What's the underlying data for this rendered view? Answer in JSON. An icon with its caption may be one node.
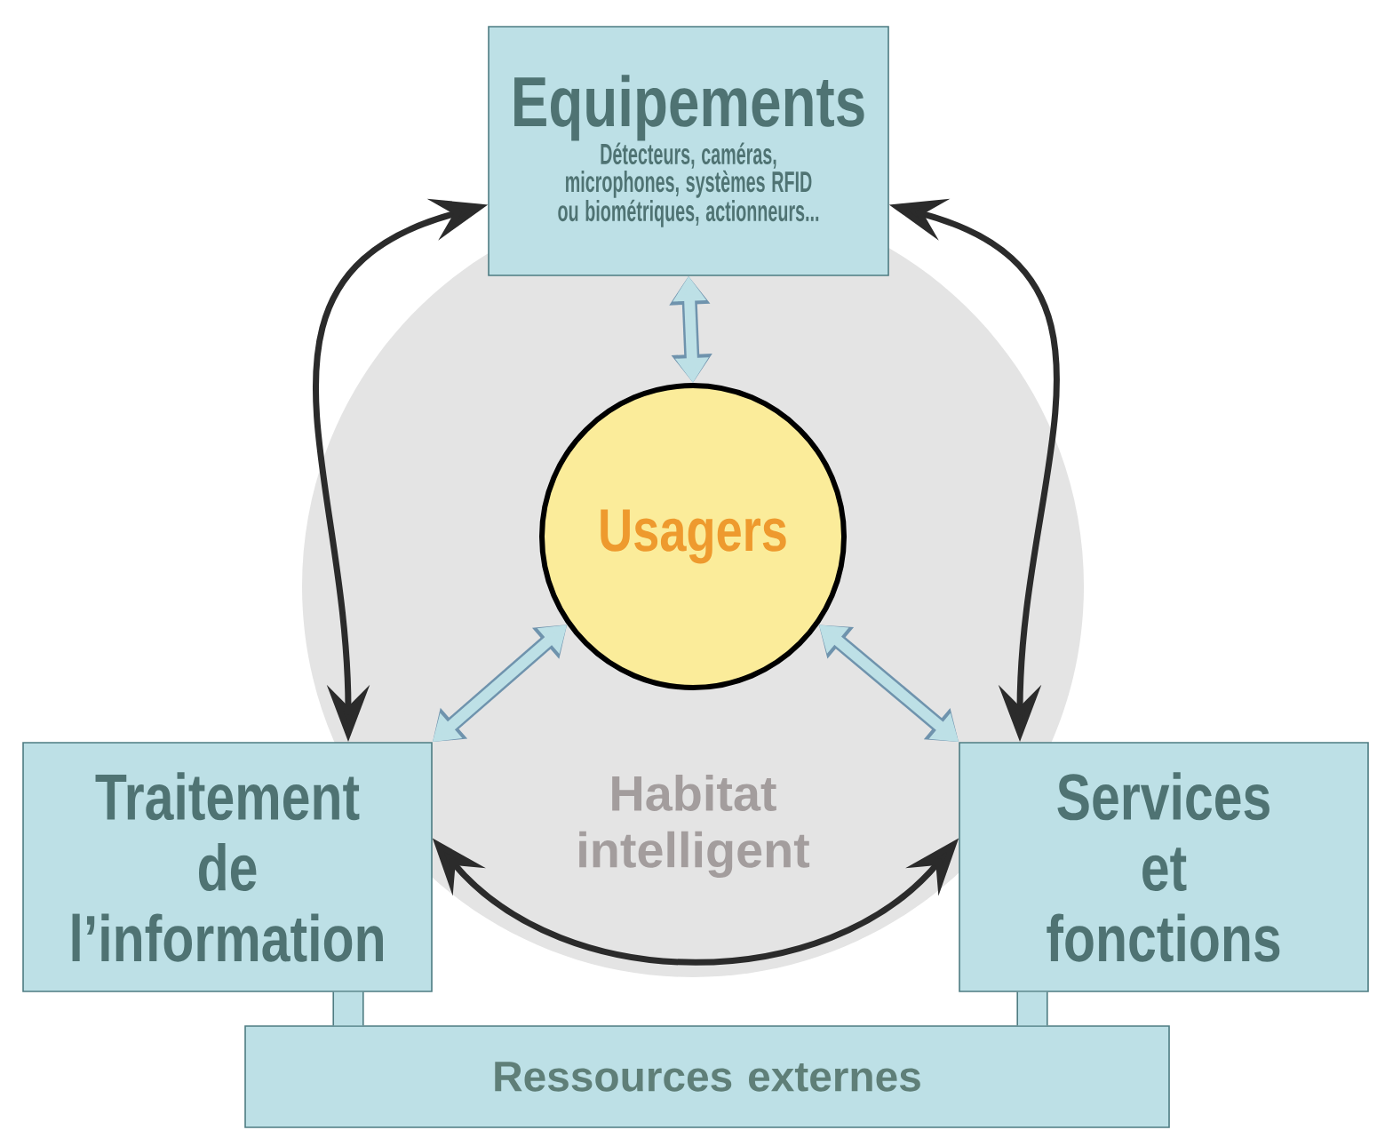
{
  "diagram": {
    "nodes": [
      {
        "text": [
          "Habitat intelligent"
        ]
      },
      {
        "text": [
          "Equipements",
          "Détecteurs, caméras, microphones, systèmes RFID ou biométriques, actionneurs..."
        ]
      },
      {
        "text": [
          "Usagers"
        ],
        "in": 0
      },
      {
        "text": [
          "Traitement de l’information"
        ]
      },
      {
        "text": [
          "Services et fonctions"
        ]
      },
      {
        "text": [
          "Ressources externes"
        ]
      }
    ],
    "edges": [
      {
        "from": 2,
        "to": 1,
        "arrow": "both"
      },
      {
        "from": 2,
        "to": 3,
        "arrow": "both"
      },
      {
        "from": 2,
        "to": 4,
        "arrow": "both"
      },
      {
        "from": 1,
        "to": 3,
        "arrow": "both",
        "color": "#2b2b2b"
      },
      {
        "from": 1,
        "to": 4,
        "arrow": "both",
        "color": "#2b2b2b"
      },
      {
        "from": 3,
        "to": 4,
        "arrow": "both",
        "color": "#2b2b2b"
      },
      {
        "from": 3,
        "to": 5,
        "arrow": "none",
        "style": "thick",
        "color": "#4e7c82"
      },
      {
        "from": 4,
        "to": 5,
        "arrow": "none",
        "style": "thick",
        "color": "#4e7c82"
      }
    ]
  }
}
